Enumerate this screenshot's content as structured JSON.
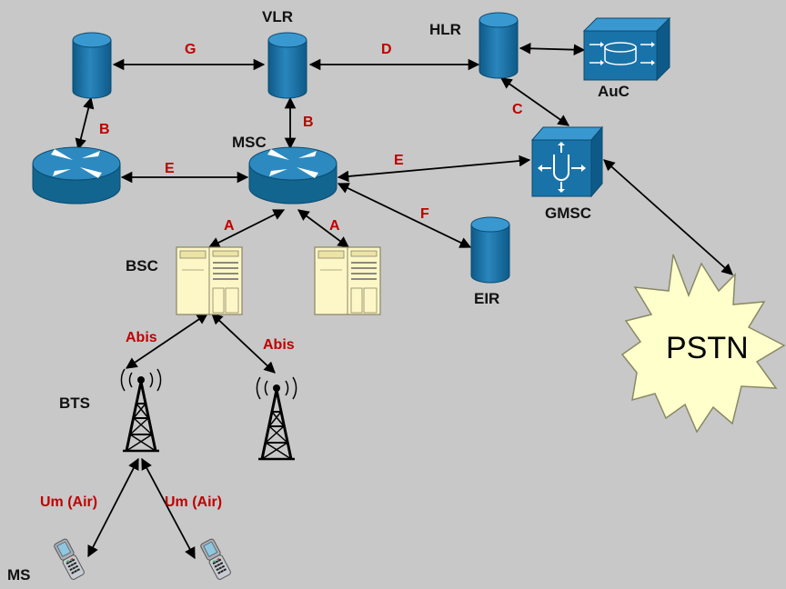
{
  "nodes": {
    "vlr": "VLR",
    "hlr": "HLR",
    "auc": "AuC",
    "msc": "MSC",
    "gmsc": "GMSC",
    "bsc": "BSC",
    "eir": "EIR",
    "bts": "BTS",
    "ms": "MS",
    "pstn": "PSTN"
  },
  "interfaces": {
    "g": "G",
    "d": "D",
    "b_left": "B",
    "b_msc": "B",
    "c": "C",
    "e_left": "E",
    "e_right": "E",
    "f": "F",
    "a_left": "A",
    "a_right": "A",
    "abis_left": "Abis",
    "abis_right": "Abis",
    "um_left": "Um (Air)",
    "um_right": "Um (Air)"
  },
  "colors": {
    "background": "#c8c8c8",
    "node_blue": "#1a73a8",
    "interface_label": "#c00000",
    "bsc_cabinet": "#fdf7c8",
    "pstn_burst": "#ffffcc"
  },
  "icons": {
    "database": "cylinder-icon",
    "router": "router-icon",
    "switch": "switch-icon",
    "auc": "auc-box-icon",
    "bsc": "bsc-cabinet-icon",
    "bts": "tower-icon",
    "ms": "phone-icon",
    "pstn": "explosion-icon"
  }
}
